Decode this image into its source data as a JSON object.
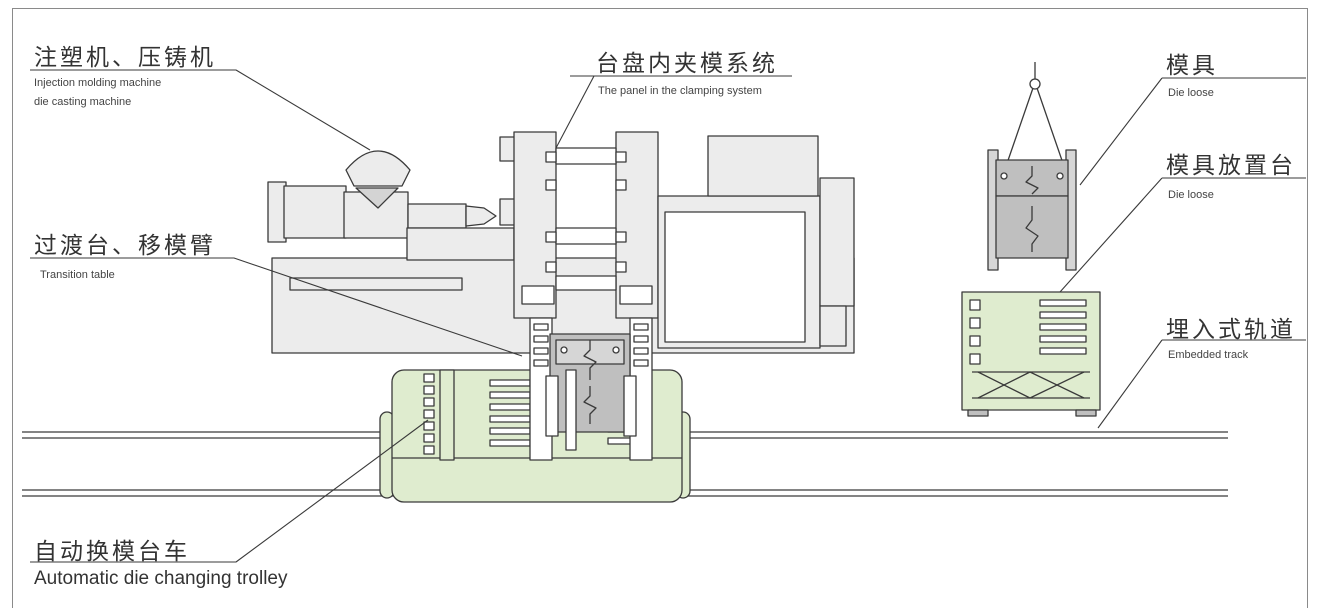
{
  "labels": {
    "machine": {
      "zh": "注塑机、压铸机",
      "en1": "Injection molding machine",
      "en2": "die casting machine"
    },
    "clamping": {
      "zh": "台盘内夹模系统",
      "en": "The panel in the clamping system"
    },
    "die": {
      "zh": "模具",
      "en": "Die loose"
    },
    "die_rack": {
      "zh": "模具放置台",
      "en": "Die loose"
    },
    "transition": {
      "zh": "过渡台、移模臂",
      "en": "Transition table"
    },
    "track": {
      "zh": "埋入式轨道",
      "en": "Embedded track"
    },
    "trolley": {
      "zh": "自动换模台车",
      "en": "Automatic die changing trolley"
    }
  },
  "colors": {
    "machine_fill": "#ececec",
    "die_fill": "#bfbfbf",
    "trolley_fill": "#dfeccf",
    "line": "#3a3a3a"
  }
}
